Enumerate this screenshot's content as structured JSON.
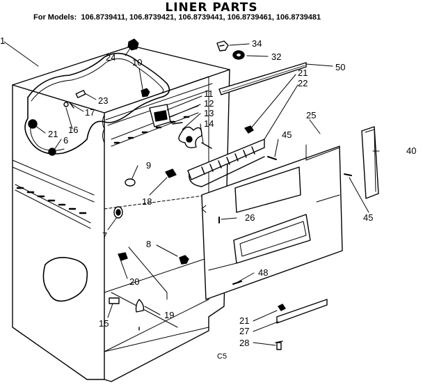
{
  "header": {
    "title": "LINER PARTS",
    "models_lead": "For Models:",
    "models": [
      "106.8739411,",
      "106.8739421,",
      "106.8739441,",
      "106.8739461,",
      "106.8739481"
    ]
  },
  "callouts": {
    "c1": "1",
    "c34": "34",
    "c32": "32",
    "c50": "50",
    "c24": "24",
    "c10": "10",
    "c23": "23",
    "c17": "17",
    "c16": "16",
    "c21a": "21",
    "c6": "6",
    "c11": "11",
    "c12": "12",
    "c13": "13",
    "c14": "14",
    "c21b": "21",
    "c22": "22",
    "c25": "25",
    "c45a": "45",
    "c40": "40",
    "c9": "9",
    "c18": "18",
    "c26": "26",
    "c45b": "45",
    "c7": "7",
    "c8": "8",
    "c20": "20",
    "c48": "48",
    "c15": "15",
    "c19": "19",
    "c21c": "21",
    "c27": "27",
    "c28": "28"
  },
  "figure_code": "C5"
}
